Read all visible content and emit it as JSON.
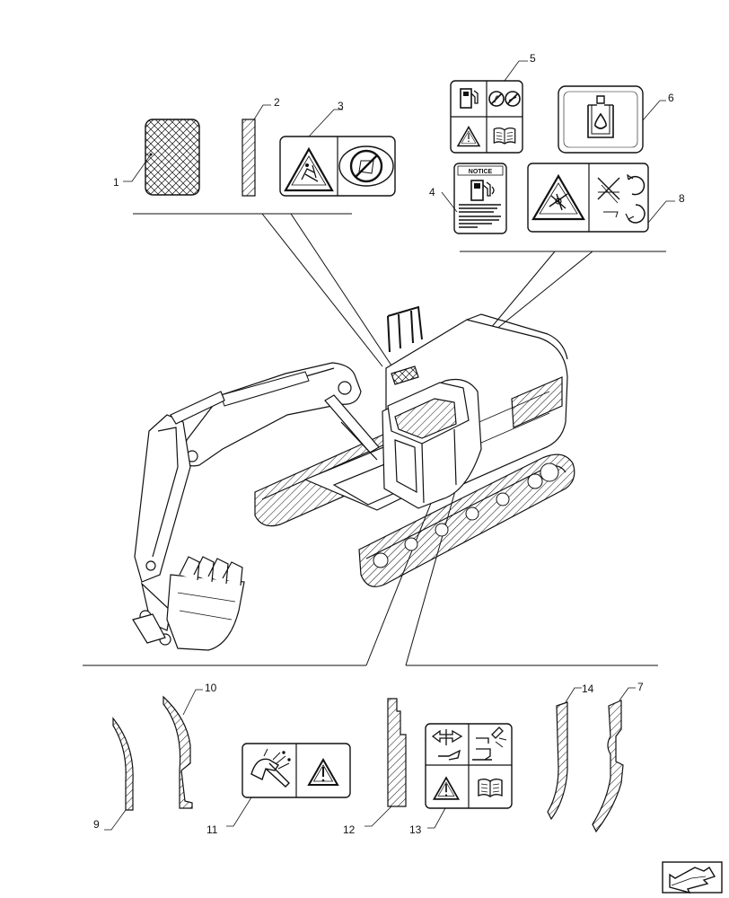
{
  "diagram": {
    "callouts": {
      "c1": "1",
      "c2": "2",
      "c3": "3",
      "c4": "4",
      "c5": "5",
      "c6": "6",
      "c7": "7",
      "c8": "8",
      "c9": "9",
      "c10": "10",
      "c11": "11",
      "c12": "12",
      "c13": "13",
      "c14": "14"
    },
    "decal4_heading": "NOTICE"
  },
  "icons": {
    "nav_arrow": "previous-page-arrow-icon",
    "warning": "warning-triangle-icon",
    "manual": "operator-manual-book-icon"
  }
}
